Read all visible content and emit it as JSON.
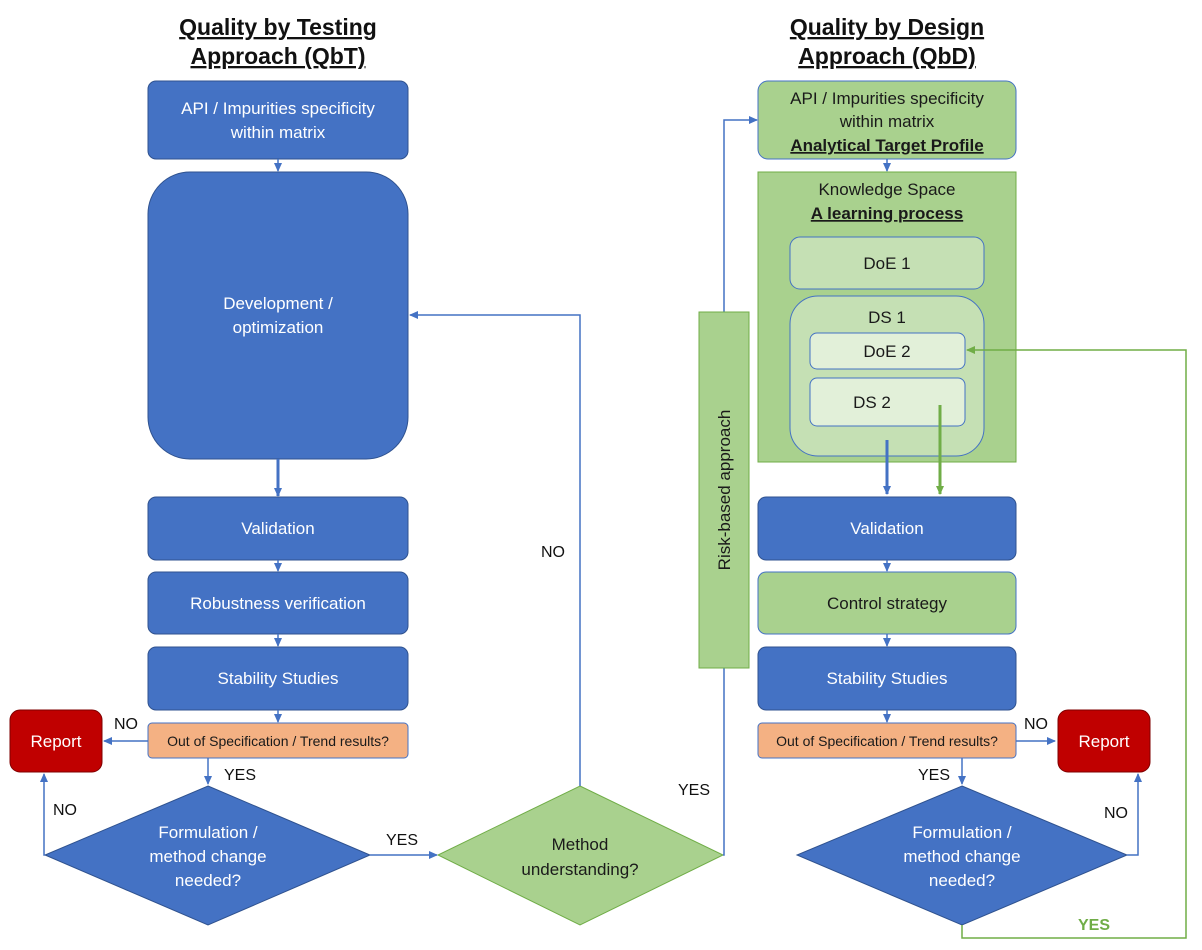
{
  "left": {
    "title_line1": "Quality by Testing",
    "title_line2": "Approach (QbT)",
    "api_line1": "API / Impurities specificity",
    "api_line2": "within matrix",
    "dev_line1": "Development /",
    "dev_line2": "optimization",
    "validation": "Validation",
    "robustness": "Robustness verification",
    "stability": "Stability Studies",
    "oos": "Out of Specification / Trend results?",
    "report": "Report",
    "no_to_report": "NO",
    "yes_down": "YES",
    "no_loop": "NO",
    "decision_line1": "Formulation /",
    "decision_line2": "method change",
    "decision_line3": "needed?",
    "yes_to_method": "YES"
  },
  "center": {
    "method_line1": "Method",
    "method_line2": "understanding?",
    "no_up": "NO",
    "yes_up": "YES",
    "risk": "Risk-based approach"
  },
  "right": {
    "title_line1": "Quality by Design",
    "title_line2": "Approach (QbD)",
    "api_line1": "API / Impurities specificity",
    "api_line2": "within matrix",
    "api_line3": "Analytical Target Profile",
    "ks_line1": "Knowledge Space",
    "ks_line2": "A learning process",
    "doe1": "DoE 1",
    "ds1": "DS 1",
    "doe2": "DoE 2",
    "ds2": "DS 2",
    "validation": "Validation",
    "control": "Control strategy",
    "stability": "Stability Studies",
    "oos": "Out of Specification / Trend results?",
    "report": "Report",
    "no_to_report": "NO",
    "yes_down": "YES",
    "no_loop": "NO",
    "decision_line1": "Formulation /",
    "decision_line2": "method change",
    "decision_line3": "needed?",
    "yes_loop": "YES"
  },
  "colors": {
    "blue": "#4472c4",
    "blue_dark": "#2f528f",
    "green": "#a9d18e",
    "green_light": "#c5e0b4",
    "green_lighter": "#e2f0d9",
    "green_line": "#70ad47",
    "orange": "#f4b183",
    "red": "#c00000"
  }
}
